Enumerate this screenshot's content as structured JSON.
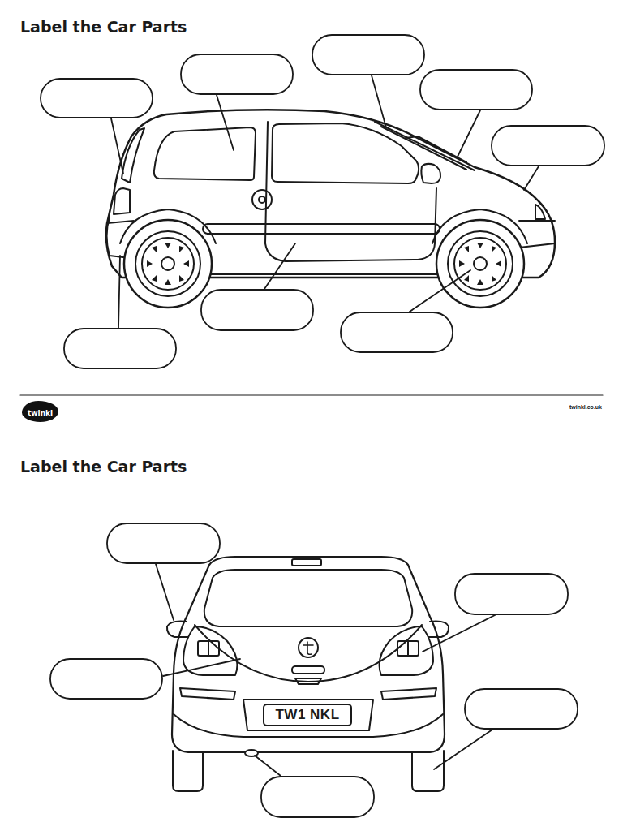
{
  "diagram": {
    "title": "Label the Car Parts",
    "labels": [
      "Label the Car Parts",
      "twinkl",
      "twinkl.co.uk",
      "TW1 NKL"
    ]
  }
}
